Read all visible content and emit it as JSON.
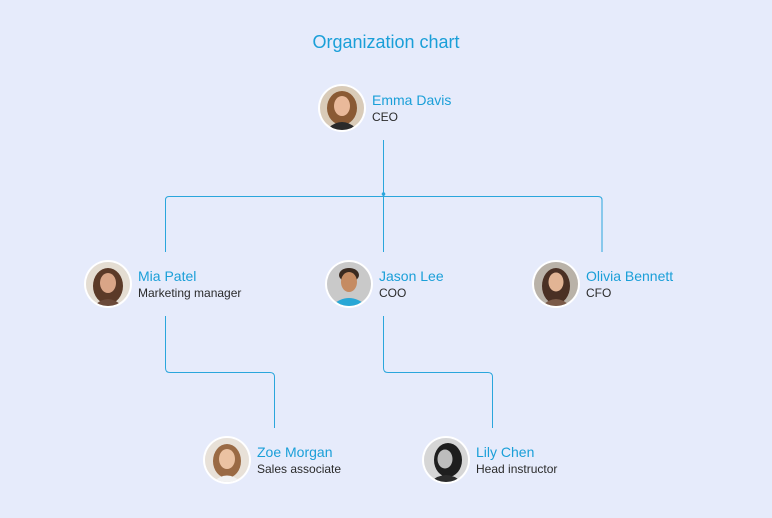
{
  "title": "Organization chart",
  "colors": {
    "accent": "#1a9fd8",
    "connector": "#2aa6dc",
    "background": "#e6ebfb"
  },
  "nodes": {
    "emma": {
      "name": "Emma Davis",
      "role": "CEO"
    },
    "mia": {
      "name": "Mia Patel",
      "role": "Marketing manager"
    },
    "jason": {
      "name": "Jason Lee",
      "role": "COO"
    },
    "olivia": {
      "name": "Olivia Bennett",
      "role": "CFO"
    },
    "zoe": {
      "name": "Zoe Morgan",
      "role": "Sales associate"
    },
    "lily": {
      "name": "Lily Chen",
      "role": "Head instructor"
    }
  }
}
